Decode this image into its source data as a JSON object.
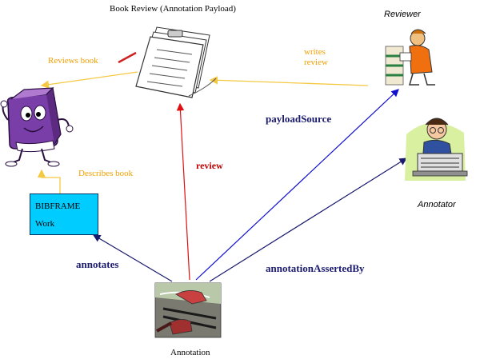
{
  "labels": {
    "book_review": "Book Review (Annotation Payload)",
    "reviewer": "Reviewer",
    "annotator": "Annotator",
    "annotation": "Annotation",
    "reviews_book": "Reviews book",
    "writes_review_1": "writes",
    "writes_review_2": "review",
    "describes_book": "Describes book",
    "payload_source": "payloadSource",
    "review": "review",
    "annotates": "annotates",
    "annotation_asserted_by": "annotationAssertedBy"
  },
  "work_box": {
    "line1": "BIBFRAME",
    "line2": "Work"
  },
  "colors": {
    "navy_edge": "#1a1a6e",
    "blue_edge": "#1010d0",
    "red_edge": "#e01010",
    "orange_edge": "#f5c842",
    "work_fill": "#00ccff"
  },
  "icons": [
    "book-character-icon",
    "review-paper-icon",
    "reviewer-icon",
    "annotator-icon",
    "annotation-photo-icon"
  ]
}
